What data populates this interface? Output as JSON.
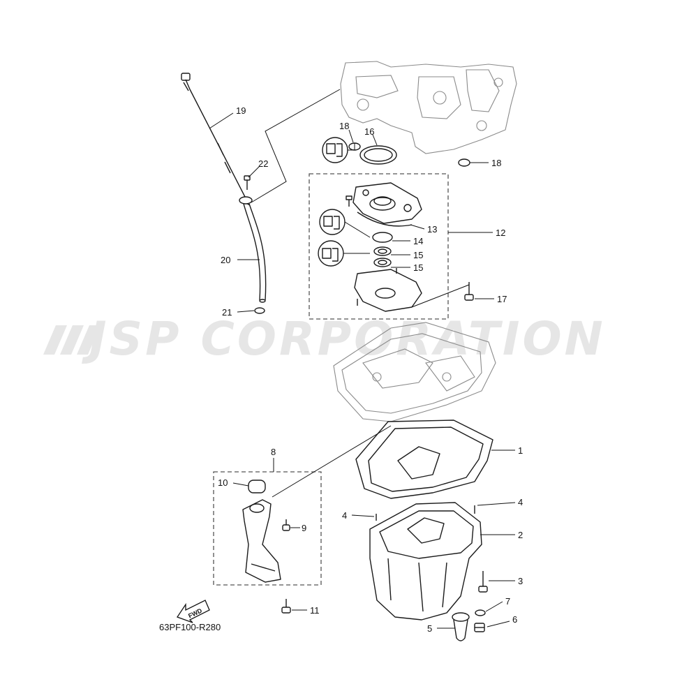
{
  "watermark": "JSP CORPORATION",
  "reference_code": "63PF100-R280",
  "fwd_label": "FWD",
  "callouts": {
    "c1": "1",
    "c2": "2",
    "c3": "3",
    "c4a": "4",
    "c4b": "4",
    "c5": "5",
    "c6": "6",
    "c7": "7",
    "c8": "8",
    "c9": "9",
    "c10": "10",
    "c11": "11",
    "c12": "12",
    "c13": "13",
    "c14": "14",
    "c15a": "15",
    "c15b": "15",
    "c16": "16",
    "c17": "17",
    "c18a": "18",
    "c18b": "18",
    "c19": "19",
    "c20": "20",
    "c21": "21",
    "c22": "22"
  }
}
